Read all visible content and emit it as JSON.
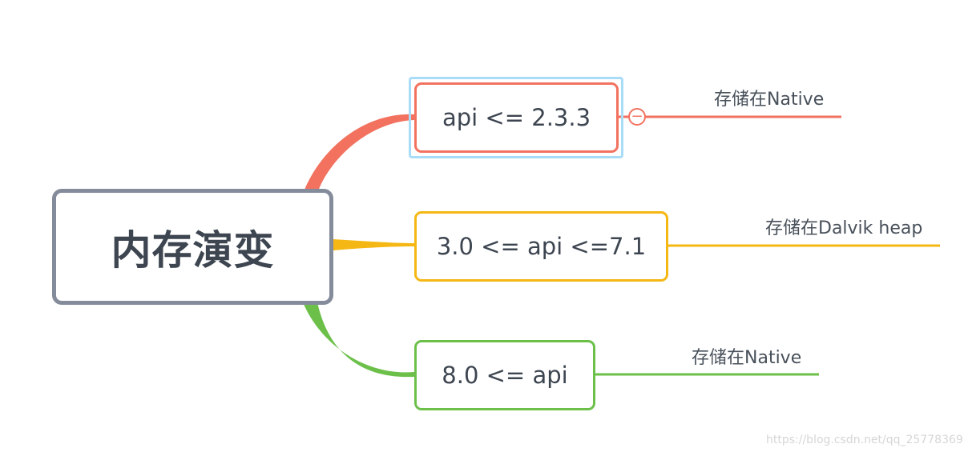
{
  "central_topic": {
    "label": "内存演变"
  },
  "branches": [
    {
      "label": "api <= 2.3.3",
      "color": "#f2725f",
      "leaf": "存储在Native",
      "selected": true,
      "collapse_icon": "minus-circle-icon"
    },
    {
      "label": "3.0 <= api <=7.1",
      "color": "#f4b714",
      "leaf": "存储在Dalvik heap"
    },
    {
      "label": "8.0 <= api",
      "color": "#6cc04a",
      "leaf": "存储在Native"
    }
  ],
  "colors": {
    "central_border": "#848c9b",
    "selection": "#a8dcf7"
  },
  "watermark": "https://blog.csdn.net/qq_25778369"
}
